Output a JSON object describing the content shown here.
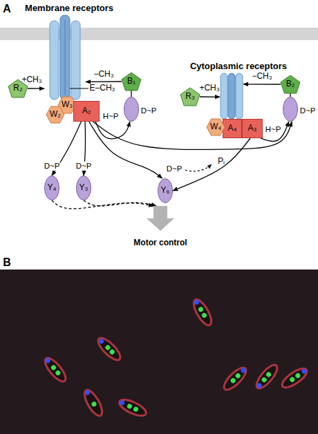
{
  "diagram": {
    "nodes": [
      {
        "text": [
          "Membrane receptors",
          "E–CH₃"
        ]
      },
      {
        "text": [
          "R₂"
        ]
      },
      {
        "text": [
          "W₃"
        ]
      },
      {
        "text": [
          "W₂"
        ]
      },
      {
        "text": [
          "A₂",
          "H~P"
        ]
      },
      {
        "text": [
          "B₁"
        ]
      },
      {
        "text": [
          "D~P"
        ]
      },
      {
        "text": [
          "Cytoplasmic receptors"
        ]
      },
      {
        "text": [
          "R₃"
        ]
      },
      {
        "text": [
          "W₄"
        ]
      },
      {
        "text": [
          "A₄"
        ]
      },
      {
        "text": [
          "A₃",
          "H~P"
        ]
      },
      {
        "text": [
          "B₂"
        ]
      },
      {
        "text": [
          "D~P"
        ]
      },
      {
        "text": [
          "Y₄",
          "D~P"
        ]
      },
      {
        "text": [
          "Y₃",
          "D~P"
        ]
      },
      {
        "text": [
          "Y₆",
          "D~P"
        ]
      },
      {
        "text": [
          "Motor control"
        ]
      }
    ],
    "edges": [
      {
        "from": 1,
        "to": 0,
        "label": "+CH₃",
        "arrow": "to"
      },
      {
        "from": 5,
        "to": 0,
        "label": "−CH₃",
        "arrow": "to"
      },
      {
        "from": 4,
        "to": 6,
        "arrow": "to"
      },
      {
        "from": 4,
        "to": 14,
        "arrow": "to"
      },
      {
        "from": 4,
        "to": 15,
        "arrow": "to"
      },
      {
        "from": 4,
        "to": 16,
        "arrow": "to"
      },
      {
        "from": 4,
        "to": 13,
        "arrow": "to"
      },
      {
        "from": 8,
        "to": 7,
        "label": "+CH₃",
        "arrow": "to"
      },
      {
        "from": 12,
        "to": 7,
        "label": "−CH₃",
        "arrow": "to"
      },
      {
        "from": 11,
        "to": 16,
        "arrow": "to"
      },
      {
        "from": 11,
        "to": 13,
        "arrow": "to"
      },
      {
        "from": 14,
        "to": 17,
        "arrow": "to"
      },
      {
        "from": 15,
        "to": 17,
        "arrow": "to"
      },
      {
        "from": 5,
        "to": 6,
        "arrow": "none"
      },
      {
        "from": 12,
        "to": 13,
        "arrow": "none"
      }
    ],
    "labels": [
      "A",
      "Pᵢ",
      "B"
    ]
  }
}
